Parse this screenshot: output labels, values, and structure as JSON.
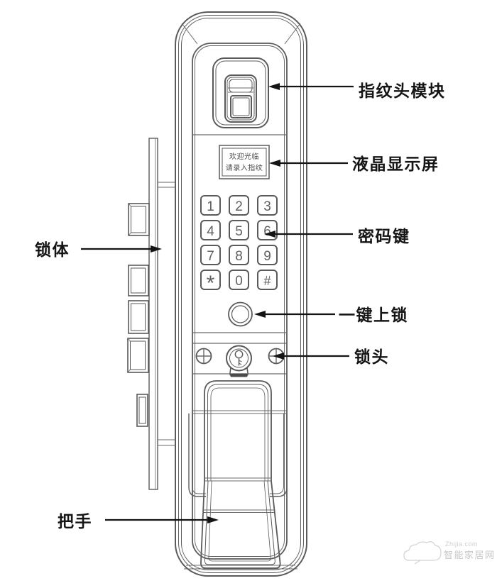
{
  "labels": {
    "fingerprint_module": "指纹头模块",
    "lcd_display": "液晶显示屏",
    "password_keys": "密码键",
    "one_key_lock": "一键上锁",
    "lock_cylinder": "锁头",
    "lock_body": "锁体",
    "handle": "把手"
  },
  "lcd": {
    "line1": "欢迎光临",
    "line2": "请录入指纹"
  },
  "keypad": {
    "keys": [
      "1",
      "2",
      "3",
      "4",
      "5",
      "6",
      "7",
      "8",
      "9",
      "*",
      "0",
      "#"
    ]
  },
  "watermark": {
    "line1": "Zhijia.com",
    "line2": "智能家居网"
  },
  "colors": {
    "line": "#5a5a5a",
    "arrow": "#141414",
    "label": "#151515",
    "background": "#ffffff",
    "key_text": "#5f5f5f",
    "watermark": "#c0c0c0"
  }
}
